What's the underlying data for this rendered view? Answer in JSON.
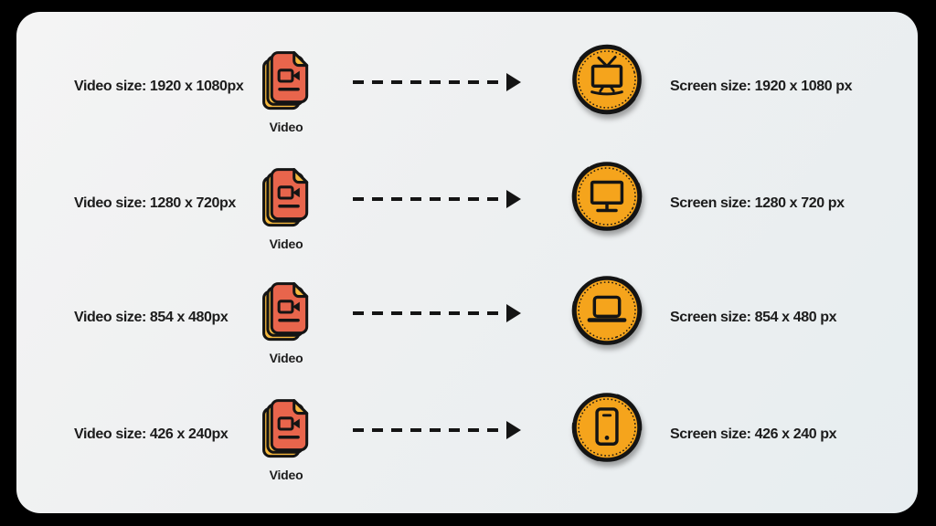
{
  "rows": [
    {
      "video_size_label": "Video size: 1920 x 1080px",
      "video_caption": "Video",
      "device": "tv",
      "screen_size_label": "Screen size: 1920 x 1080 px"
    },
    {
      "video_size_label": "Video size: 1280 x 720px",
      "video_caption": "Video",
      "device": "monitor",
      "screen_size_label": "Screen size: 1280 x 720 px"
    },
    {
      "video_size_label": "Video size: 854 x 480px",
      "video_caption": "Video",
      "device": "laptop",
      "screen_size_label": "Screen size: 854 x 480 px"
    },
    {
      "video_size_label": "Video size: 426 x 240px",
      "video_caption": "Video",
      "device": "phone",
      "screen_size_label": "Screen size: 426 x 240 px"
    }
  ],
  "colors": {
    "frame": "#000000",
    "card_start": "#f4f4f4",
    "card_end": "#e7edf0",
    "text": "#1c1c1c",
    "ink": "#141414",
    "file_front": "#e8654c",
    "file_back": "#f5b83e",
    "badge": "#f5a41c"
  }
}
